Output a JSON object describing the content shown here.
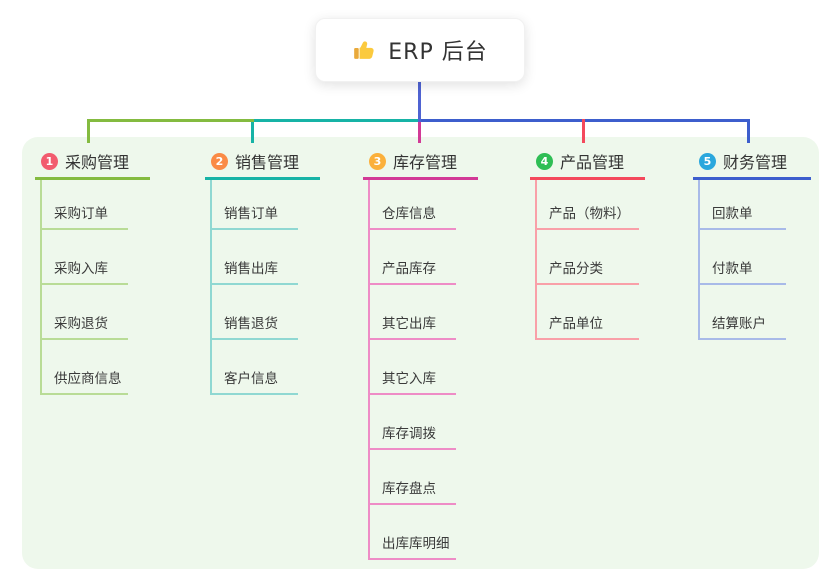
{
  "root": {
    "title": "ERP 后台",
    "icon": "thumbs-up-icon",
    "line_color": "#4f63d2"
  },
  "panel": {
    "bg": "#eef8ec"
  },
  "branches": [
    {
      "num": "1",
      "title": "采购管理",
      "badge_color": "#f25c6e",
      "color": "#84bb40",
      "light_color": "#b9dc96",
      "children": [
        "采购订单",
        "采购入库",
        "采购退货",
        "供应商信息"
      ]
    },
    {
      "num": "2",
      "title": "销售管理",
      "badge_color": "#fa8b46",
      "color": "#17b3a6",
      "light_color": "#8fd8d2",
      "children": [
        "销售订单",
        "销售出库",
        "销售退货",
        "客户信息"
      ]
    },
    {
      "num": "3",
      "title": "库存管理",
      "badge_color": "#fbb03b",
      "color": "#d23a96",
      "light_color": "#ee8cc6",
      "children": [
        "仓库信息",
        "产品库存",
        "其它出库",
        "其它入库",
        "库存调拨",
        "库存盘点",
        "出库库明细"
      ]
    },
    {
      "num": "4",
      "title": "产品管理",
      "badge_color": "#2fbe55",
      "color": "#f4495c",
      "light_color": "#f9a0a8",
      "children": [
        "产品（物料）",
        "产品分类",
        "产品单位"
      ]
    },
    {
      "num": "5",
      "title": "财务管理",
      "badge_color": "#2aa7dd",
      "color": "#3d5ecd",
      "light_color": "#a8bae8",
      "children": [
        "回款单",
        "付款单",
        "结算账户"
      ]
    }
  ]
}
